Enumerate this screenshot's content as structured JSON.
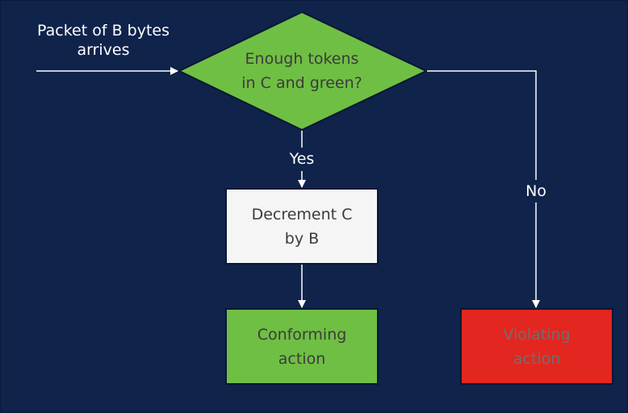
{
  "colors": {
    "background": "#0f234b",
    "decision_fill": "#6fbf44",
    "process_fill": "#f5f5f5",
    "conforming_fill": "#6fbf44",
    "violating_fill": "#e3261f",
    "line": "#ffffff",
    "dark_text": "#3b3b3b",
    "violating_text": "#6f6f6f"
  },
  "input_label": "Packet of B bytes\narrives",
  "decision": {
    "text": "Enough tokens\nin C and green?"
  },
  "yes_label": "Yes",
  "no_label": "No",
  "process": {
    "text": "Decrement C\nby B"
  },
  "conforming": {
    "text": "Conforming\naction"
  },
  "violating": {
    "text": "Violating\naction"
  }
}
